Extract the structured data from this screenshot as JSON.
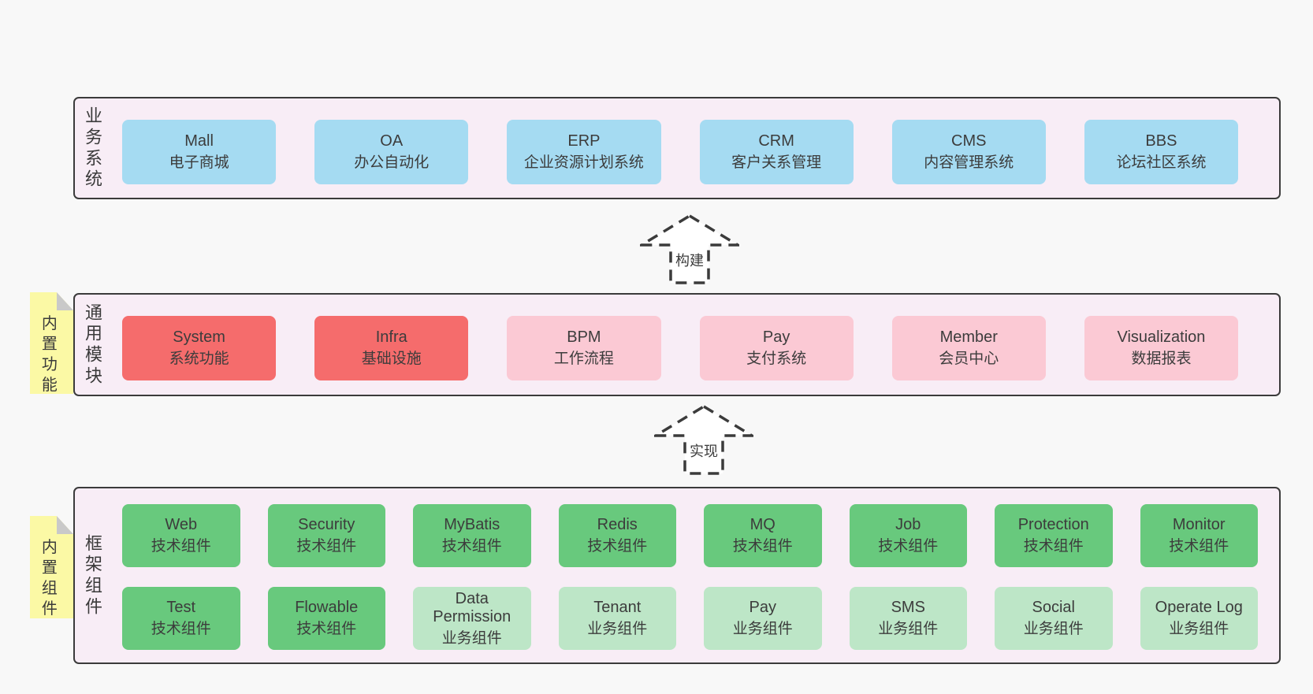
{
  "business": {
    "label": "业务系统",
    "items": [
      {
        "title": "Mall",
        "subtitle": "电子商城"
      },
      {
        "title": "OA",
        "subtitle": "办公自动化"
      },
      {
        "title": "ERP",
        "subtitle": "企业资源计划系统"
      },
      {
        "title": "CRM",
        "subtitle": "客户关系管理"
      },
      {
        "title": "CMS",
        "subtitle": "内容管理系统"
      },
      {
        "title": "BBS",
        "subtitle": "论坛社区系统"
      }
    ]
  },
  "modules": {
    "label": "通用模块",
    "sticky": "内置功能",
    "items": [
      {
        "title": "System",
        "subtitle": "系统功能"
      },
      {
        "title": "Infra",
        "subtitle": "基础设施"
      },
      {
        "title": "BPM",
        "subtitle": "工作流程"
      },
      {
        "title": "Pay",
        "subtitle": "支付系统"
      },
      {
        "title": "Member",
        "subtitle": "会员中心"
      },
      {
        "title": "Visualization",
        "subtitle": "数据报表"
      }
    ]
  },
  "components": {
    "label": "框架组件",
    "sticky": "内置组件",
    "row1": [
      {
        "title": "Web",
        "subtitle": "技术组件"
      },
      {
        "title": "Security",
        "subtitle": "技术组件"
      },
      {
        "title": "MyBatis",
        "subtitle": "技术组件"
      },
      {
        "title": "Redis",
        "subtitle": "技术组件"
      },
      {
        "title": "MQ",
        "subtitle": "技术组件"
      },
      {
        "title": "Job",
        "subtitle": "技术组件"
      },
      {
        "title": "Protection",
        "subtitle": "技术组件"
      },
      {
        "title": "Monitor",
        "subtitle": "技术组件"
      }
    ],
    "row2": [
      {
        "title": "Test",
        "subtitle": "技术组件"
      },
      {
        "title": "Flowable",
        "subtitle": "技术组件"
      },
      {
        "title": "Data Permission",
        "subtitle": "业务组件"
      },
      {
        "title": "Tenant",
        "subtitle": "业务组件"
      },
      {
        "title": "Pay",
        "subtitle": "业务组件"
      },
      {
        "title": "SMS",
        "subtitle": "业务组件"
      },
      {
        "title": "Social",
        "subtitle": "业务组件"
      },
      {
        "title": "Operate Log",
        "subtitle": "业务组件"
      }
    ]
  },
  "arrows": {
    "build": "构建",
    "implement": "实现"
  },
  "colors": {
    "page_bg": "#f8f8f8",
    "panel_bg": "#f8edf6",
    "border": "#3b3b3b",
    "text": "#3c3c3c",
    "blue": "#a5dbf2",
    "red": "#f56c6c",
    "pink": "#fbc9d4",
    "green": "#68c97d",
    "light_green": "#bde6c7",
    "sticky_yellow": "#fbf9a5",
    "fold_gray": "#c9c9c9"
  }
}
